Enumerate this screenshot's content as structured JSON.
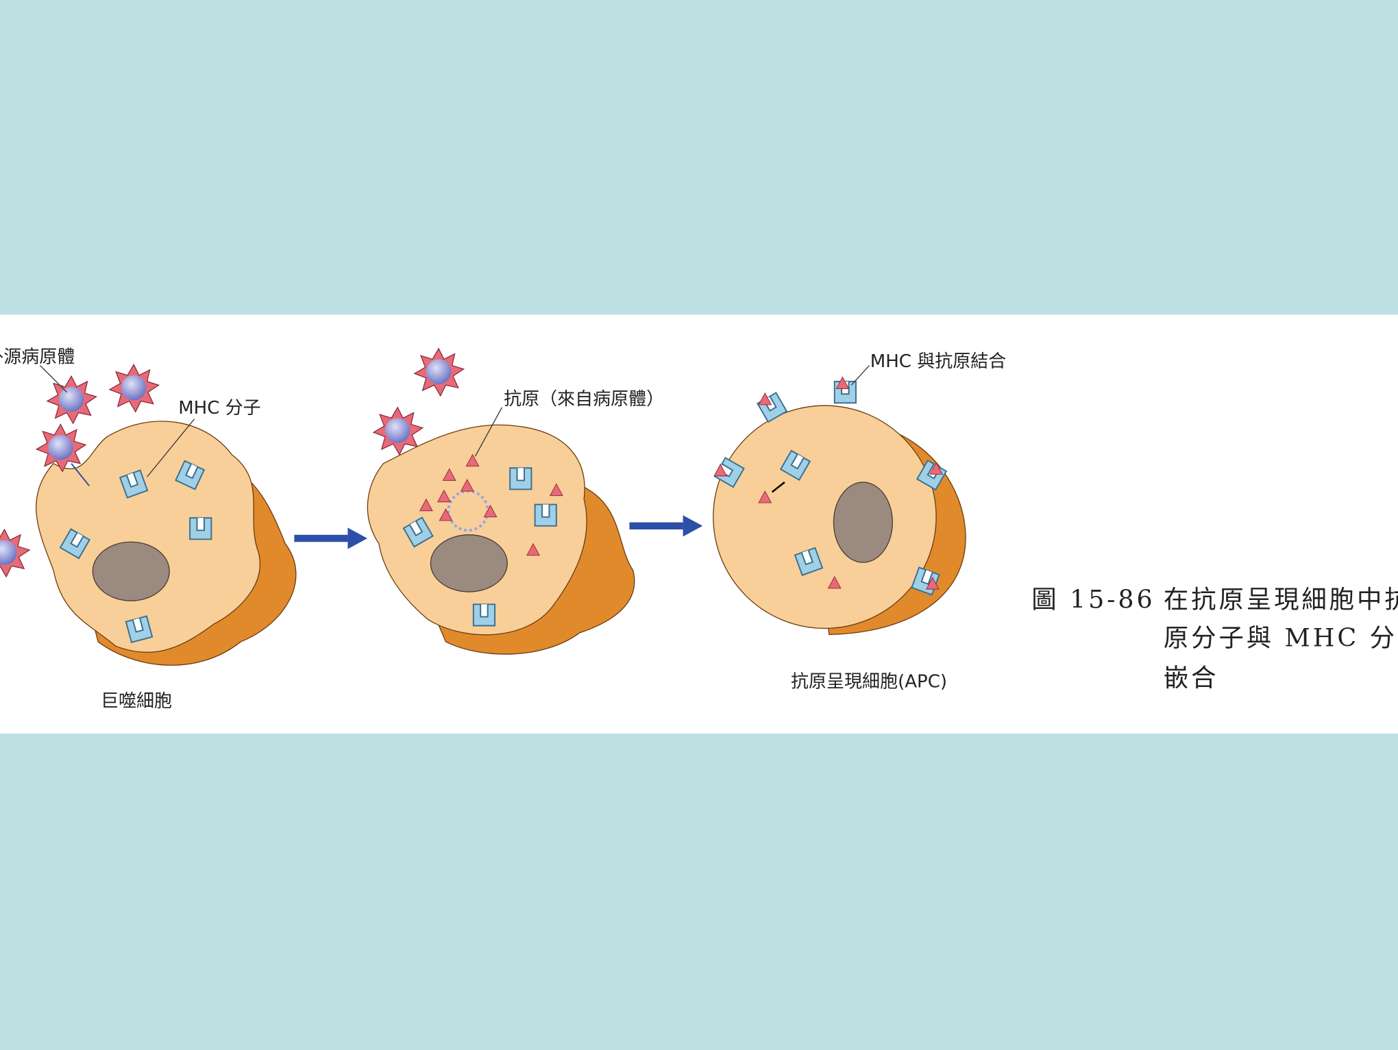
{
  "labels": {
    "pathogen": "外源病原體",
    "mhc_molecule": "MHC 分子",
    "antigen": "抗原（來自病原體）",
    "mhc_antigen_binding": "MHC 與抗原結合",
    "macrophage": "巨噬細胞",
    "apc": "抗原呈現細胞(APC)"
  },
  "caption": {
    "figure_number": "圖 15-86",
    "line1": "在抗原呈現細胞中抗",
    "line2": "原分子與 MHC 分子",
    "line3": "嵌合"
  },
  "colors": {
    "background": "#bde1e3",
    "panel": "#ffffff",
    "cell_body": "#f8cf98",
    "cell_shadow": "#e08a2c",
    "nucleus": "#9a8a80",
    "mhc": "#9fd0e8",
    "antigen": "#e86a78",
    "arrow": "#2d4fa8"
  }
}
